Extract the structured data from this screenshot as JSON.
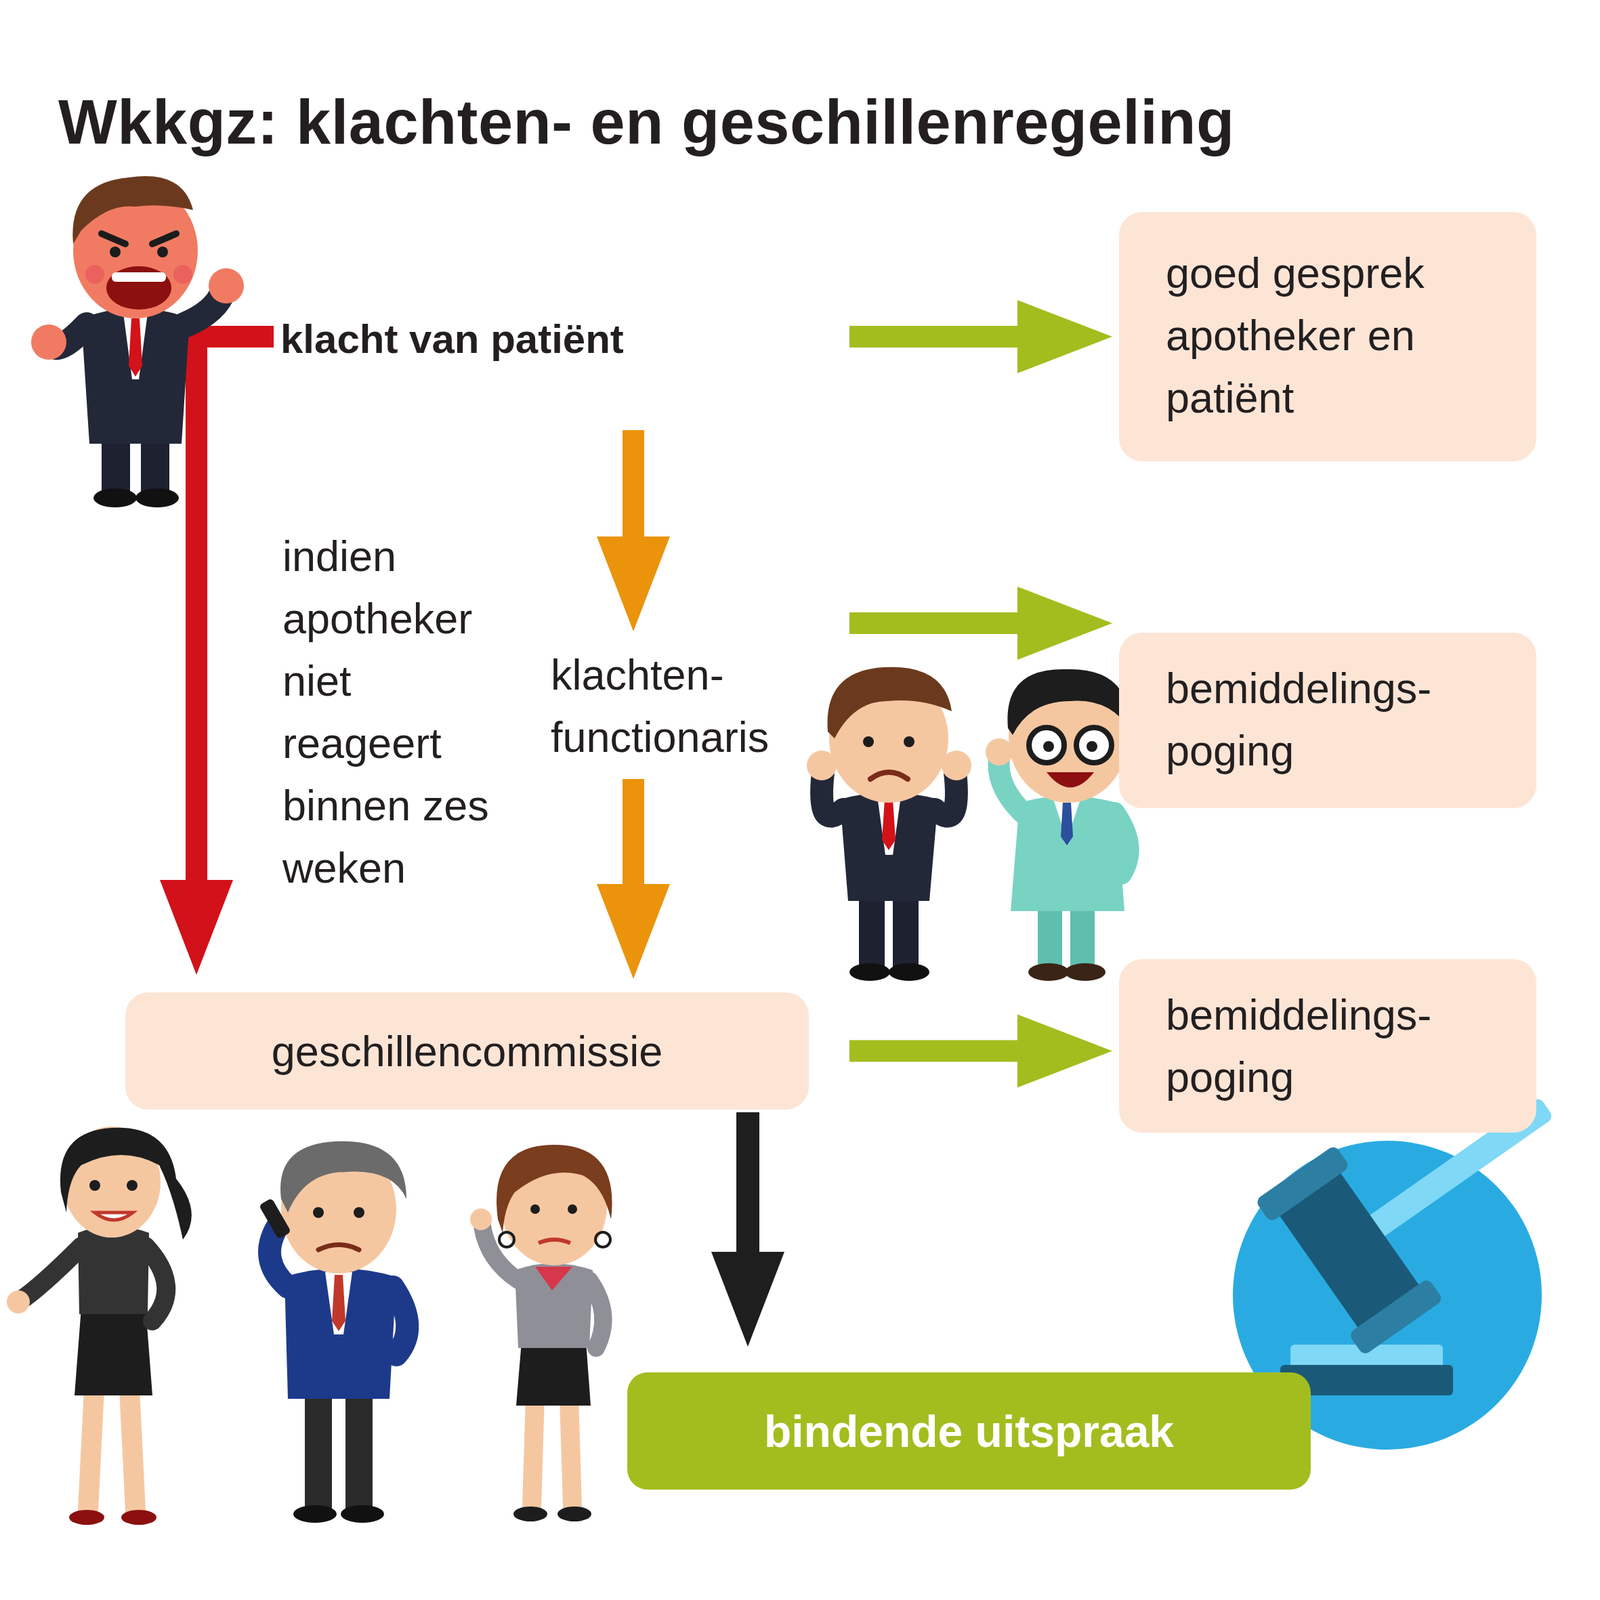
{
  "diagram": {
    "title": "Wkkgz: klachten- en geschillenregeling",
    "nodes": [
      {
        "text": [
          "klacht van patiënt"
        ]
      },
      {
        "text": [
          "goed gesprek apotheker en patiënt"
        ]
      },
      {
        "text": [
          "klachten- functionaris"
        ]
      },
      {
        "text": [
          "bemiddelings- poging"
        ]
      },
      {
        "text": [
          "geschillencommissie"
        ]
      },
      {
        "text": [
          "bemiddelings- poging"
        ]
      },
      {
        "text": [
          "bindende uitspraak"
        ]
      }
    ],
    "edges": [
      {
        "from": 0,
        "to": 1,
        "arrow": "to"
      },
      {
        "from": 0,
        "to": 2,
        "arrow": "to"
      },
      {
        "from": 2,
        "to": 3,
        "arrow": "to"
      },
      {
        "from": 2,
        "to": 4,
        "arrow": "to"
      },
      {
        "from": 0,
        "to": 4,
        "label": "indien apotheker niet reageert binnen zes weken",
        "arrow": "to"
      },
      {
        "from": 4,
        "to": 5,
        "arrow": "to"
      },
      {
        "from": 4,
        "to": 6,
        "arrow": "to"
      }
    ]
  }
}
